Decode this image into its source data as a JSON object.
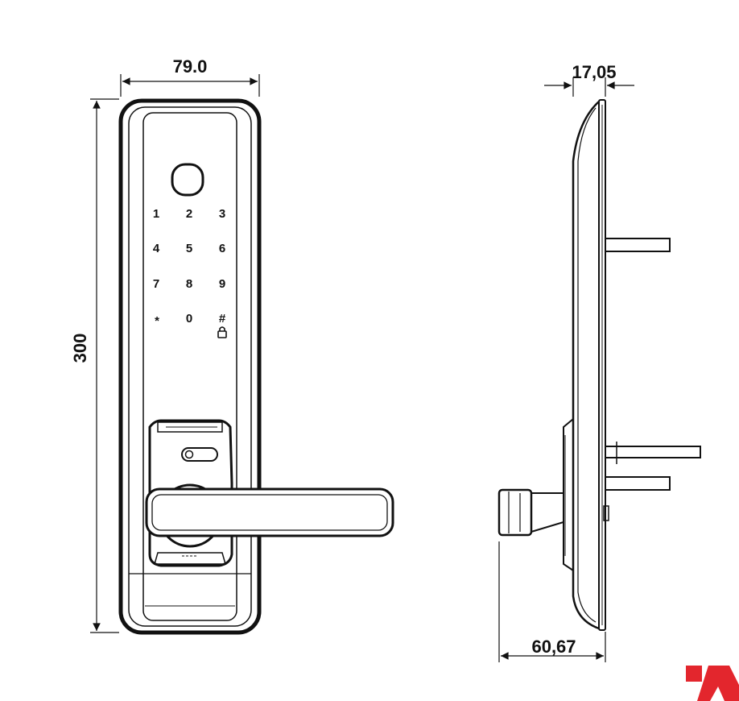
{
  "dimensions": {
    "width": "79.0",
    "height": "300",
    "thickness": "17,05",
    "depth": "60,67"
  },
  "keypad": {
    "rows": [
      [
        "1",
        "2",
        "3"
      ],
      [
        "4",
        "5",
        "6"
      ],
      [
        "7",
        "8",
        "9"
      ],
      [
        "*",
        "0",
        "#"
      ]
    ]
  },
  "logo": {
    "color": "#e3262d"
  }
}
